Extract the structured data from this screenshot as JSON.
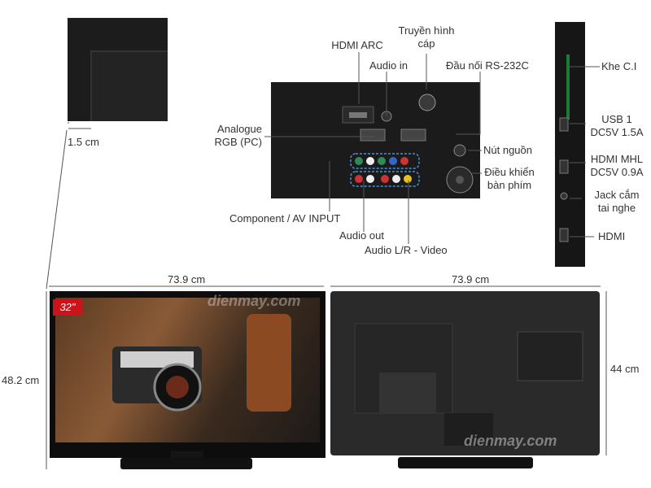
{
  "labels": {
    "thickness": "1.5 cm",
    "hdmi_arc": "HDMI ARC",
    "cable_tv": "Truyền hình\ncáp",
    "audio_in": "Audio in",
    "rs232c": "Đầu nối RS-232C",
    "analogue_rgb": "Analogue\nRGB (PC)",
    "power_button": "Nút nguồn",
    "keypad_control": "Điều khiển\nbàn phím",
    "component_av": "Component / AV INPUT",
    "audio_out": "Audio out",
    "audio_lr_video": "Audio L/R - Video",
    "ci_slot": "Khe C.I",
    "usb": "USB 1\nDC5V 1.5A",
    "hdmi_mhl": "HDMI MHL\nDC5V 0.9A",
    "headphone": "Jack cắm\ntai nghe",
    "hdmi": "HDMI",
    "width_front": "73.9 cm",
    "width_back": "73.9 cm",
    "height_with_stand": "48.2 cm",
    "height_body": "44 cm",
    "screen_size": "32\"",
    "watermark": "dienmay.com"
  },
  "colors": {
    "line": "#555555",
    "dashed_highlight": "#4a90d9",
    "badge": "#c8141a"
  }
}
